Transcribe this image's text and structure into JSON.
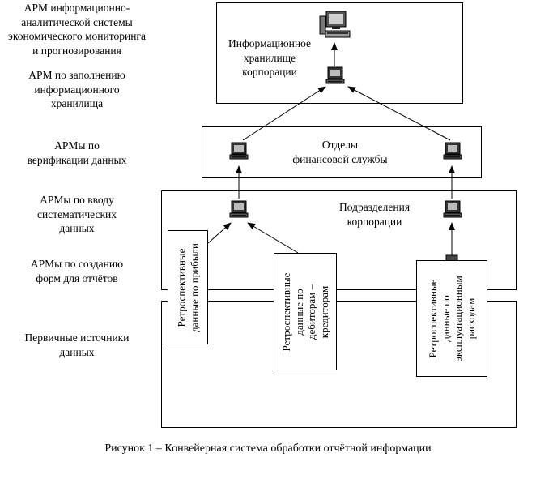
{
  "left_labels": {
    "arm_analytics": [
      "АРМ информационно-",
      "аналитической системы",
      "экономического мониторинга",
      "и прогнозирования"
    ],
    "arm_fill": [
      "АРМ по заполнению",
      "информационного",
      "хранилища"
    ],
    "arms_verify": [
      "АРМы по",
      "верификации данных"
    ],
    "arms_input": [
      "АРМы по вводу",
      "систематических",
      "данных"
    ],
    "arms_forms": [
      "АРМы по созданию",
      "форм для отчётов"
    ],
    "sources": [
      "Первичные источники",
      "данных"
    ]
  },
  "boxes": {
    "warehouse": [
      "Информационное",
      "хранилище",
      "корпорации"
    ],
    "finance": [
      "Отделы",
      "финансовой службы"
    ],
    "divisions": [
      "Подразделения",
      "корпорации"
    ]
  },
  "data_cards": {
    "profit": [
      "Ретроспективные",
      "данные по прибыли"
    ],
    "debtors": [
      "Ретроспективные",
      "данные по",
      "дебиторам –",
      "кредиторам"
    ],
    "expenses": [
      "Ретроспективные",
      "данные по",
      "эксплуатационным",
      "расходам"
    ]
  },
  "caption": "Рисунок 1 – Конвейерная система обработки отчётной информации",
  "icons": [
    "monitor-icon",
    "computer-icon"
  ]
}
